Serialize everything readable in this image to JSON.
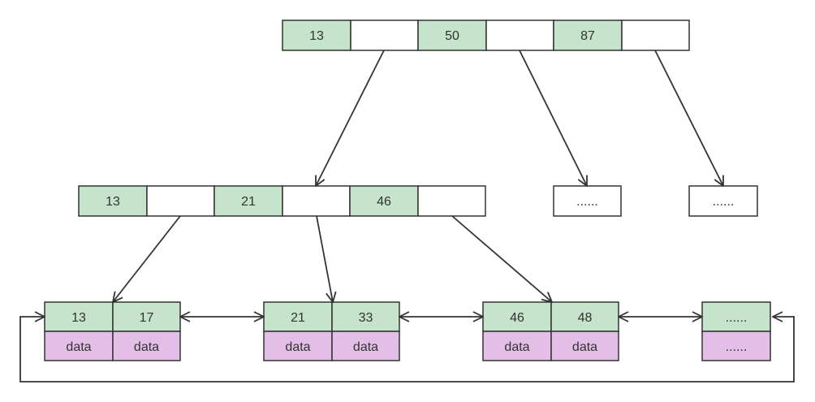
{
  "colors": {
    "key_fill": "#c5e4cb",
    "data_fill": "#e3bfe7",
    "empty_fill": "#ffffff",
    "stroke": "#333333"
  },
  "root": {
    "keys": [
      "13",
      "50",
      "87"
    ]
  },
  "level2": {
    "keys": [
      "13",
      "21",
      "46"
    ],
    "placeholders": [
      "......",
      "......"
    ]
  },
  "leaves": [
    {
      "keys": [
        "13",
        "17"
      ],
      "data": [
        "data",
        "data"
      ]
    },
    {
      "keys": [
        "21",
        "33"
      ],
      "data": [
        "data",
        "data"
      ]
    },
    {
      "keys": [
        "46",
        "48"
      ],
      "data": [
        "data",
        "data"
      ]
    },
    {
      "keys": [
        "......"
      ],
      "data": [
        "......"
      ]
    }
  ]
}
